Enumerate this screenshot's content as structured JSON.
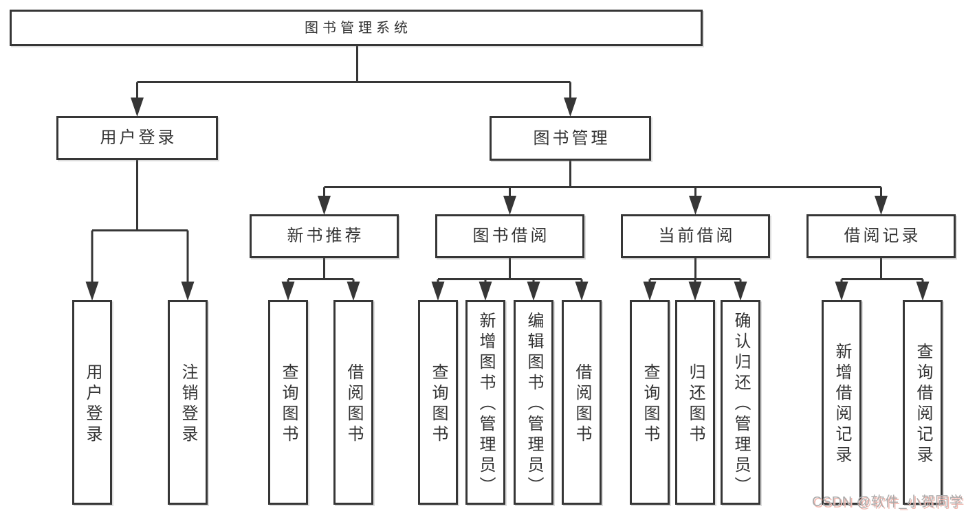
{
  "diagram": {
    "root": {
      "label": "图书管理系统"
    },
    "user_branch": {
      "label": "用户登录",
      "children": [
        {
          "label": "用户登录"
        },
        {
          "label": "注销登录"
        }
      ]
    },
    "book_branch": {
      "label": "图书管理",
      "groups": [
        {
          "label": "新书推荐",
          "children": [
            {
              "label": "查询图书"
            },
            {
              "label": "借阅图书"
            }
          ]
        },
        {
          "label": "图书借阅",
          "children": [
            {
              "label": "查询图书"
            },
            {
              "label": "新增图书（管理员）"
            },
            {
              "label": "编辑图书（管理员）"
            },
            {
              "label": "借阅图书"
            }
          ]
        },
        {
          "label": "当前借阅",
          "children": [
            {
              "label": "查询图书"
            },
            {
              "label": "归还图书"
            },
            {
              "label": "确认归还（管理员）"
            }
          ]
        },
        {
          "label": "借阅记录",
          "children": [
            {
              "label": "新增借阅记录"
            },
            {
              "label": "查询借阅记录"
            }
          ]
        }
      ]
    }
  },
  "watermark": {
    "text": "CSDN @软件_小贺同学"
  },
  "colors": {
    "line": "#363636",
    "text": "#333333",
    "background": "#ffffff",
    "watermark_text": "#ababab",
    "watermark_shadow": "#f0b9b1"
  }
}
